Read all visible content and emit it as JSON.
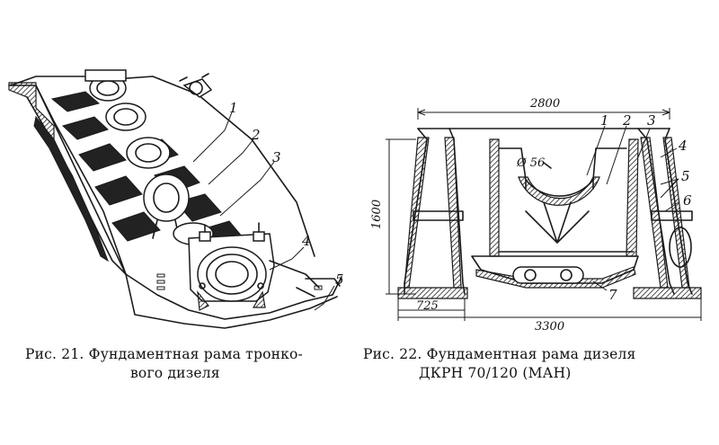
{
  "figure21": {
    "caption_line1": "Рис. 21. Фундаментная рама тронко-",
    "caption_line2": "вого дизеля",
    "labels": [
      "1",
      "2",
      "3",
      "4",
      "5"
    ]
  },
  "figure22": {
    "caption_line1": "Рис. 22. Фундаментная рама дизеля",
    "caption_line2": "ДКРН 70/120 (МАН)",
    "labels": [
      "1",
      "2",
      "3",
      "4",
      "5",
      "6",
      "7"
    ],
    "dimensions": {
      "width_top": "2800",
      "height": "1600",
      "base_left": "725",
      "width_bottom": "3300",
      "diameter": "Ø 56"
    }
  }
}
